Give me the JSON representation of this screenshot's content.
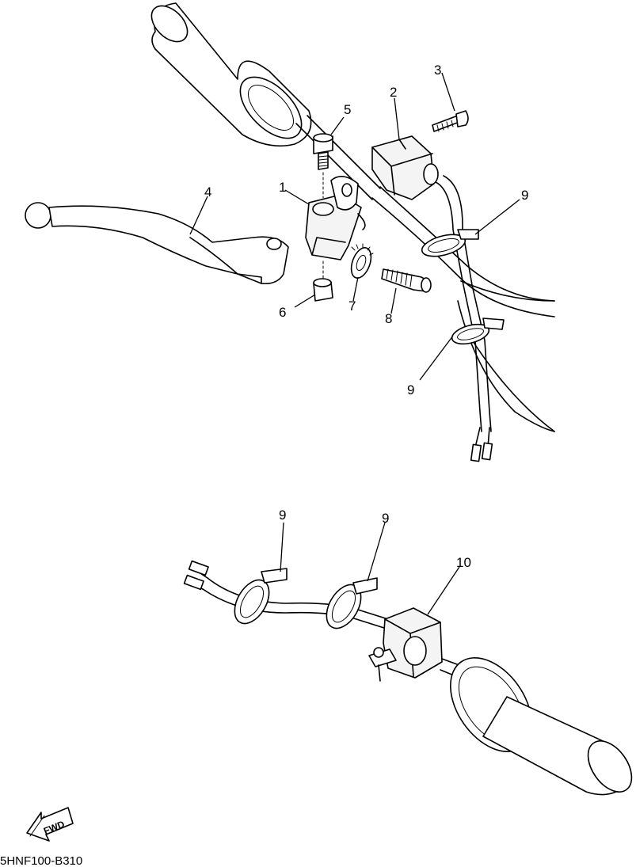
{
  "diagram": {
    "drawing_code": "5HNF100-B310",
    "fwd_label": "FWD",
    "callouts": {
      "c1": "1",
      "c2": "2",
      "c3": "3",
      "c4": "4",
      "c5": "5",
      "c6": "6",
      "c7": "7",
      "c8": "8",
      "c9a": "9",
      "c9b": "9",
      "c9c": "9",
      "c9d": "9",
      "c10": "10"
    }
  }
}
